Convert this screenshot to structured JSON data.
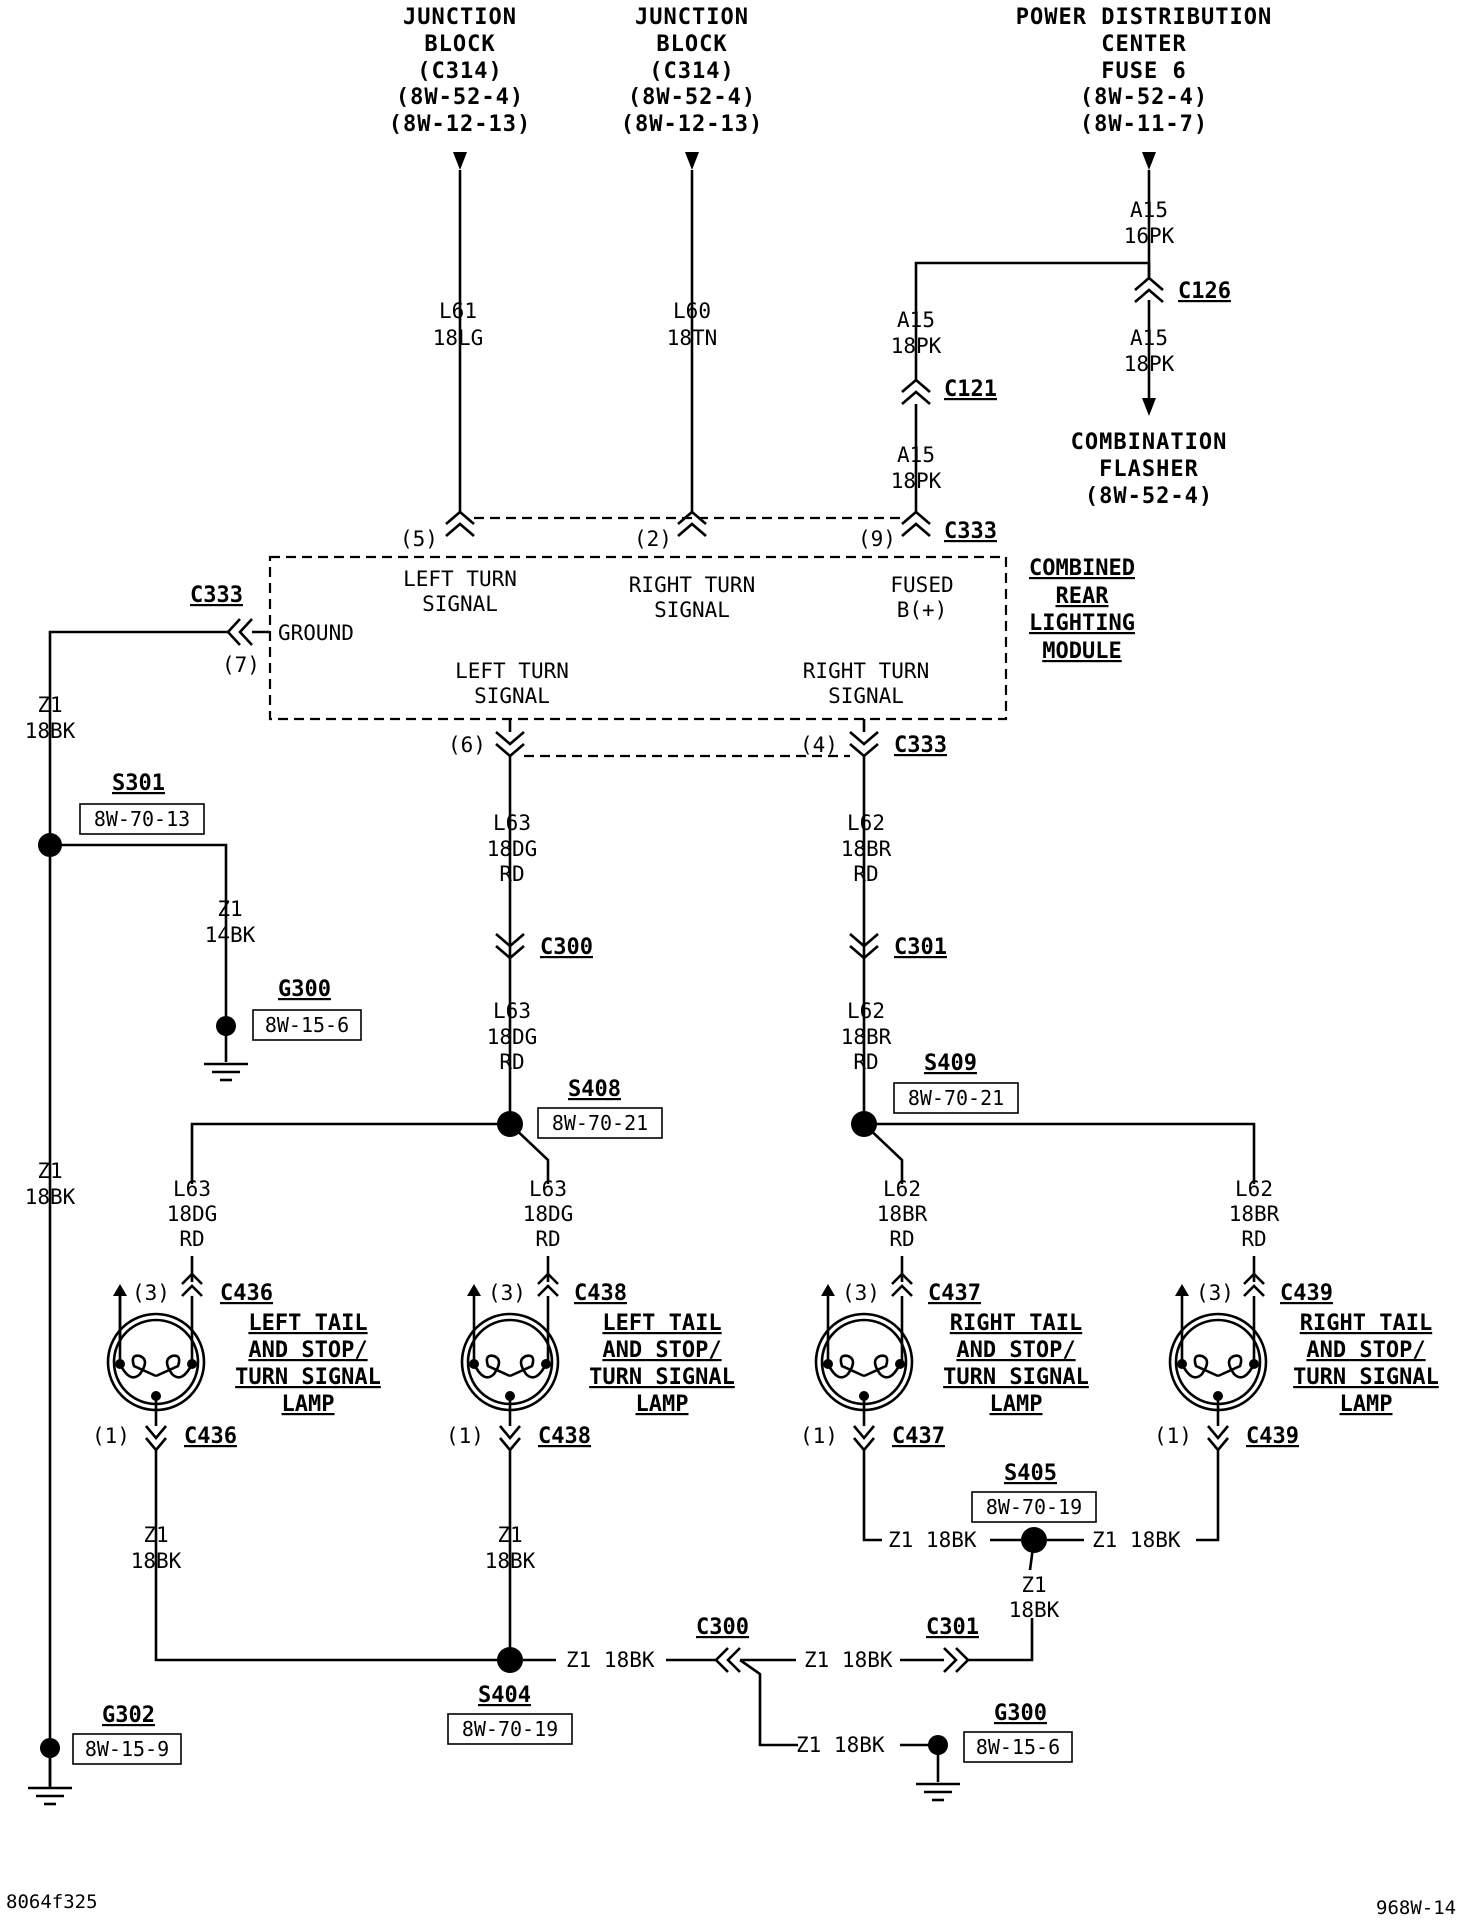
{
  "sources": {
    "jb_left": [
      "JUNCTION",
      "BLOCK",
      "(C314)",
      "(8W-52-4)",
      "(8W-12-13)"
    ],
    "jb_right": [
      "JUNCTION",
      "BLOCK",
      "(C314)",
      "(8W-52-4)",
      "(8W-12-13)"
    ],
    "pdc": [
      "POWER DISTRIBUTION",
      "CENTER",
      "FUSE 6",
      "(8W-52-4)",
      "(8W-11-7)"
    ]
  },
  "flasher": [
    "COMBINATION",
    "FLASHER",
    "(8W-52-4)"
  ],
  "module": {
    "name": [
      "COMBINED",
      "REAR",
      "LIGHTING",
      "MODULE"
    ],
    "in_left": [
      "LEFT TURN",
      "SIGNAL"
    ],
    "in_right": [
      "RIGHT TURN",
      "SIGNAL"
    ],
    "in_fused": [
      "FUSED",
      "B(+)"
    ],
    "ground": "GROUND",
    "out_left": [
      "LEFT TURN",
      "SIGNAL"
    ],
    "out_right": [
      "RIGHT TURN",
      "SIGNAL"
    ]
  },
  "wires": {
    "l61": [
      "L61",
      "18LG"
    ],
    "l60": [
      "L60",
      "18TN"
    ],
    "a15_16pk": [
      "A15",
      "16PK"
    ],
    "a15_18pk_a": [
      "A15",
      "18PK"
    ],
    "a15_18pk_b": [
      "A15",
      "18PK"
    ],
    "a15_18pk_c": [
      "A15",
      "18PK"
    ],
    "z1_gnd_top": [
      "Z1",
      "18BK"
    ],
    "z1_14bk": [
      "Z1",
      "14BK"
    ],
    "z1_gnd_mid": [
      "Z1",
      "18BK"
    ],
    "l63_a": [
      "L63",
      "18DG",
      "RD"
    ],
    "l63_b": [
      "L63",
      "18DG",
      "RD"
    ],
    "l63_c": [
      "L63",
      "18DG",
      "RD"
    ],
    "l63_d": [
      "L63",
      "18DG",
      "RD"
    ],
    "l62_a": [
      "L62",
      "18BR",
      "RD"
    ],
    "l62_b": [
      "L62",
      "18BR",
      "RD"
    ],
    "l62_c": [
      "L62",
      "18BR",
      "RD"
    ],
    "l62_d": [
      "L62",
      "18BR",
      "RD"
    ],
    "z1_lamp1": [
      "Z1",
      "18BK"
    ],
    "z1_lamp2": [
      "Z1",
      "18BK"
    ],
    "z1_s405_down": [
      "Z1",
      "18BK"
    ],
    "z1_s405_left": "Z1 18BK",
    "z1_s405_right": "Z1 18BK",
    "z1_s404_right": "Z1 18BK",
    "z1_c301": "Z1 18BK",
    "z1_g300": "Z1 18BK"
  },
  "connectors": {
    "c126": "C126",
    "c121": "C121",
    "c333_top": "C333",
    "c333_gnd": "C333",
    "c333_bottom": "C333",
    "c300": "C300",
    "c301": "C301",
    "c436_top": "C436",
    "c438_top": "C438",
    "c437_top": "C437",
    "c439_top": "C439",
    "c436_bot": "C436",
    "c438_bot": "C438",
    "c437_bot": "C437",
    "c439_bot": "C439",
    "c300_bot": "C300",
    "c301_bot": "C301"
  },
  "pins": {
    "p5": "(5)",
    "p2": "(2)",
    "p9": "(9)",
    "p7": "(7)",
    "p6": "(6)",
    "p4": "(4)",
    "l1_3": "(3)",
    "l2_3": "(3)",
    "l3_3": "(3)",
    "l4_3": "(3)",
    "l1_1": "(1)",
    "l2_1": "(1)",
    "l3_1": "(1)",
    "l4_1": "(1)"
  },
  "splices": {
    "s301": {
      "name": "S301",
      "ref": "8W-70-13"
    },
    "s408": {
      "name": "S408",
      "ref": "8W-70-21"
    },
    "s409": {
      "name": "S409",
      "ref": "8W-70-21"
    },
    "s405": {
      "name": "S405",
      "ref": "8W-70-19"
    },
    "s404": {
      "name": "S404",
      "ref": "8W-70-19"
    }
  },
  "grounds": {
    "g300_top": {
      "name": "G300",
      "ref": "8W-15-6"
    },
    "g302": {
      "name": "G302",
      "ref": "8W-15-9"
    },
    "g300_bot": {
      "name": "G300",
      "ref": "8W-15-6"
    }
  },
  "lamps": {
    "lamp1": [
      "LEFT TAIL",
      "AND STOP/",
      "TURN SIGNAL",
      "LAMP"
    ],
    "lamp2": [
      "LEFT TAIL",
      "AND STOP/",
      "TURN SIGNAL",
      "LAMP"
    ],
    "lamp3": [
      "RIGHT TAIL",
      "AND STOP/",
      "TURN SIGNAL",
      "LAMP"
    ],
    "lamp4": [
      "RIGHT TAIL",
      "AND STOP/",
      "TURN SIGNAL",
      "LAMP"
    ]
  },
  "footer": {
    "left": "8064f325",
    "right": "968W-14"
  }
}
